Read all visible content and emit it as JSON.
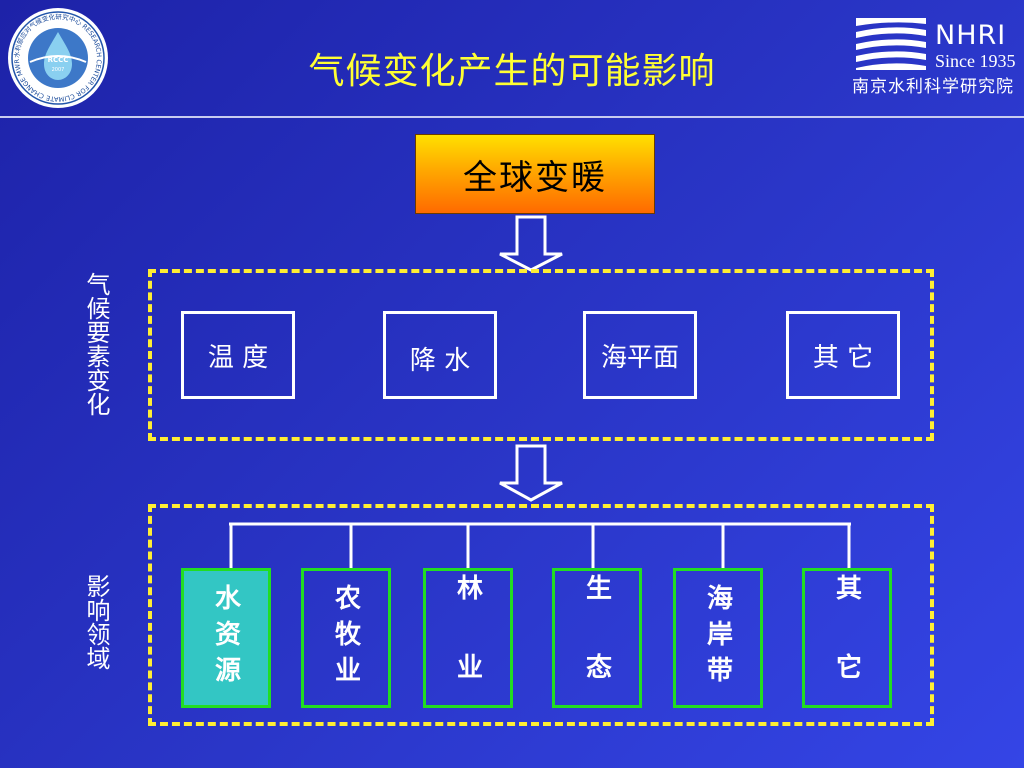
{
  "title": "气候变化产生的可能影响",
  "logo_right": {
    "name": "NHRI",
    "since": "Since 1935",
    "institute": "南京水利科学研究院"
  },
  "logo_left": {
    "center_text": "RCCC",
    "year": "2007",
    "ring_text": "水利部应对气候变化研究中心 RESEARCH CENTER FOR CLIMATE CHANGE MWR"
  },
  "top_node": "全球变暖",
  "factors": {
    "label": "气候要素变化",
    "items": [
      "温 度",
      "降 水",
      "海平面",
      "其 它"
    ]
  },
  "impacts": {
    "label": "影响领域",
    "items": [
      "水资源",
      "农牧业",
      "林 业",
      "生 态",
      "海岸带",
      "其 它"
    ]
  },
  "colors": {
    "background": "#2a36c8",
    "title": "#ffff33",
    "dashed_frame": "#ffee33",
    "top_node_fill": "#ff9900",
    "impact_border": "#22dd22",
    "highlight_fill": "#33c6c4"
  }
}
